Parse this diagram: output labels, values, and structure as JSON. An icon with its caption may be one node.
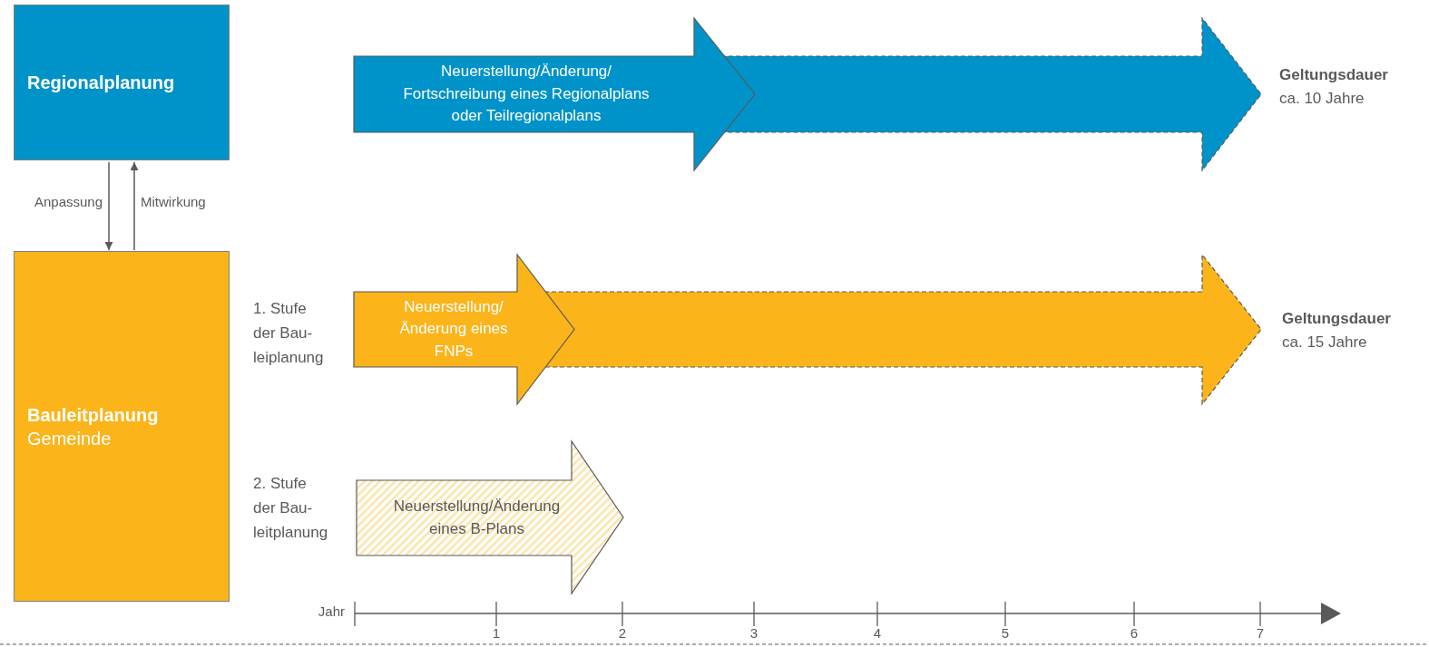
{
  "diagram": {
    "nodes": [
      {
        "text": [
          "Regionalplanung"
        ]
      },
      {
        "text": [
          "Bauleitplanung",
          "Gemeinde"
        ]
      },
      {
        "text": [
          "Neuerstellung/Änderung/ Fortschreibung eines Regionalplans oder Teilregionalplans"
        ]
      },
      {
        "text": [],
        "shape": "arrow",
        "beside": [
          "Geltungsdauer",
          "ca. 10 Jahre"
        ]
      },
      {
        "text": [
          "Neuerstellung/ Änderung eines FNPs"
        ]
      },
      {
        "text": [],
        "shape": "arrow",
        "beside": [
          "Geltungsdauer",
          "ca. 15 Jahre"
        ]
      },
      {
        "text": [
          "Neuerstellung/Änderung eines B-Plans"
        ]
      }
    ],
    "edges": [
      {
        "from": 0,
        "to": 1,
        "arrow": "to",
        "label": "Anpassung"
      },
      {
        "from": 1,
        "to": 0,
        "arrow": "to",
        "label": "Mitwirkung"
      }
    ],
    "labels": [
      "1. Stufe der Bau- leiplanung",
      "2. Stufe der Bau- leitplanung",
      "Jahr",
      "1",
      "2",
      "3",
      "4",
      "5",
      "6",
      "7"
    ]
  }
}
